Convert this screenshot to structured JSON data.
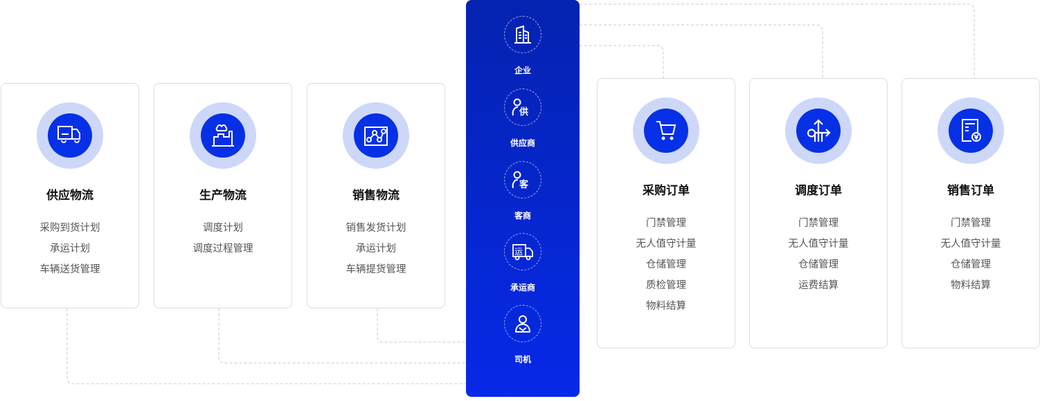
{
  "left_cards": [
    {
      "title": "供应物流",
      "icon": "truck-icon",
      "items": [
        "采购到货计划",
        "承运计划",
        "车辆送货管理"
      ]
    },
    {
      "title": "生产物流",
      "icon": "factory-icon",
      "items": [
        "调度计划",
        "调度过程管理"
      ]
    },
    {
      "title": "销售物流",
      "icon": "route-map-icon",
      "items": [
        "销售发货计划",
        "承运计划",
        "车辆提货管理"
      ]
    }
  ],
  "center": {
    "roles": [
      {
        "label": "企业",
        "icon": "building-icon"
      },
      {
        "label": "供应商",
        "icon": "supplier-user-icon",
        "badge": "供"
      },
      {
        "label": "客商",
        "icon": "customer-user-icon",
        "badge": "客"
      },
      {
        "label": "承运商",
        "icon": "carrier-truck-icon",
        "badge": "运"
      },
      {
        "label": "司机",
        "icon": "driver-icon"
      }
    ]
  },
  "right_cards": [
    {
      "title": "采购订单",
      "icon": "cart-icon",
      "items": [
        "门禁管理",
        "无人值守计量",
        "仓储管理",
        "质检管理",
        "物料结算"
      ]
    },
    {
      "title": "调度订单",
      "icon": "dispatch-arrows-icon",
      "items": [
        "门禁管理",
        "无人值守计量",
        "仓储管理",
        "运费结算"
      ]
    },
    {
      "title": "销售订单",
      "icon": "invoice-yen-icon",
      "items": [
        "门禁管理",
        "无人值守计量",
        "仓储管理",
        "物料结算"
      ]
    }
  ],
  "colors": {
    "panel": "#0729e8",
    "icon_bg": "#0630e6",
    "ring": "#cdd7f8"
  }
}
